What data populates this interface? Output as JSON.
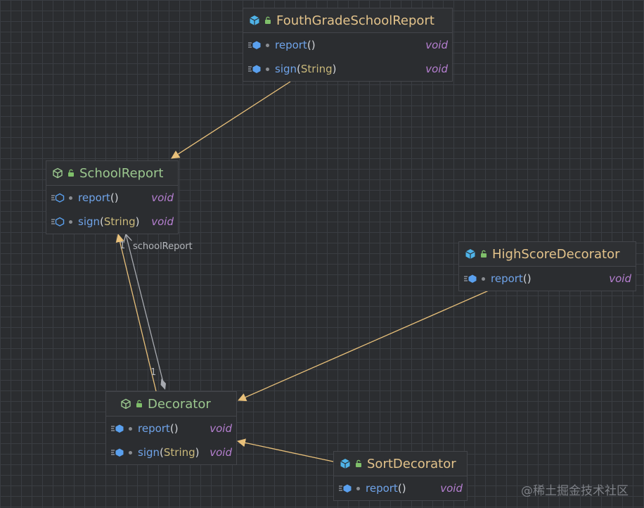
{
  "nodes": {
    "fouth": {
      "title": "FouthGradeSchoolReport",
      "kind": "class",
      "methods": [
        {
          "name": "report",
          "open": "(",
          "param": "",
          "close": ")",
          "ret": "void"
        },
        {
          "name": "sign",
          "open": "(",
          "param": "String",
          "close": ")",
          "ret": "void"
        }
      ]
    },
    "school": {
      "title": "SchoolReport",
      "kind": "interface",
      "methods": [
        {
          "name": "report",
          "open": "(",
          "param": "",
          "close": ")",
          "ret": "void"
        },
        {
          "name": "sign",
          "open": "(",
          "param": "String",
          "close": ")",
          "ret": "void"
        }
      ]
    },
    "high": {
      "title": "HighScoreDecorator",
      "kind": "class",
      "methods": [
        {
          "name": "report",
          "open": "(",
          "param": "",
          "close": ")",
          "ret": "void"
        }
      ]
    },
    "decorator": {
      "title": "Decorator",
      "kind": "interface",
      "methods": [
        {
          "name": "report",
          "open": "(",
          "param": "",
          "close": ")",
          "ret": "void"
        },
        {
          "name": "sign",
          "open": "(",
          "param": "String",
          "close": ")",
          "ret": "void"
        }
      ]
    },
    "sort": {
      "title": "SortDecorator",
      "kind": "class",
      "methods": [
        {
          "name": "report",
          "open": "(",
          "param": "",
          "close": ")",
          "ret": "void"
        }
      ]
    }
  },
  "edges": {
    "composition_label": "schoolReport",
    "multiplicity_top": "1",
    "multiplicity_bottom": "1"
  },
  "watermark": "@稀土掘金技术社区",
  "colors": {
    "background": "#2b2d30",
    "grid": "#3a3d42",
    "class_title": "#e3c38b",
    "interface_title": "#9bc78e",
    "method": "#6fa3e8",
    "return_type": "#b57fd0",
    "realization_arrow": "#e8c07a",
    "composition_line": "#a7aab0"
  },
  "icons": [
    "class-icon",
    "interface-icon",
    "public-lock-icon",
    "method-icon",
    "visibility-dot-icon"
  ]
}
